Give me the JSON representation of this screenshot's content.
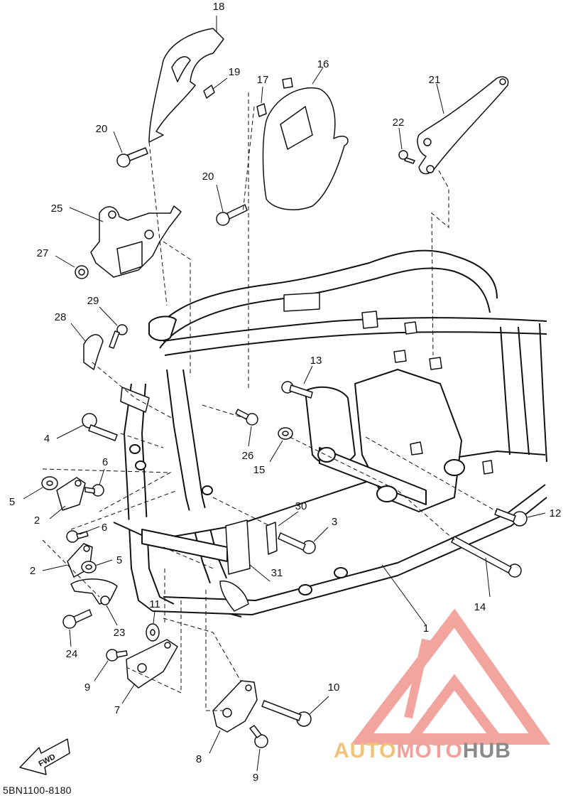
{
  "diagram": {
    "code": "5BN1100-8180",
    "direction_marker": "FWD",
    "labels": {
      "p1": "1",
      "p2a": "2",
      "p2b": "2",
      "p3": "3",
      "p4": "4",
      "p5a": "5",
      "p5b": "5",
      "p6a": "6",
      "p6b": "6",
      "p7": "7",
      "p8": "8",
      "p9a": "9",
      "p9b": "9",
      "p10": "10",
      "p11": "11",
      "p12": "12",
      "p13": "13",
      "p14": "14",
      "p15": "15",
      "p16": "16",
      "p17": "17",
      "p18": "18",
      "p19": "19",
      "p20a": "20",
      "p20b": "20",
      "p21": "21",
      "p22": "22",
      "p23": "23",
      "p24": "24",
      "p25": "25",
      "p26": "26",
      "p27": "27",
      "p28": "28",
      "p29": "29",
      "p30": "30",
      "p31": "31"
    }
  },
  "watermark": {
    "part1": "AUTO",
    "part2": "MOTO",
    "part3": "HUB",
    "color_a": "#f2c27a",
    "color_b": "#f2a19a",
    "color_c": "#8a8a8a"
  }
}
